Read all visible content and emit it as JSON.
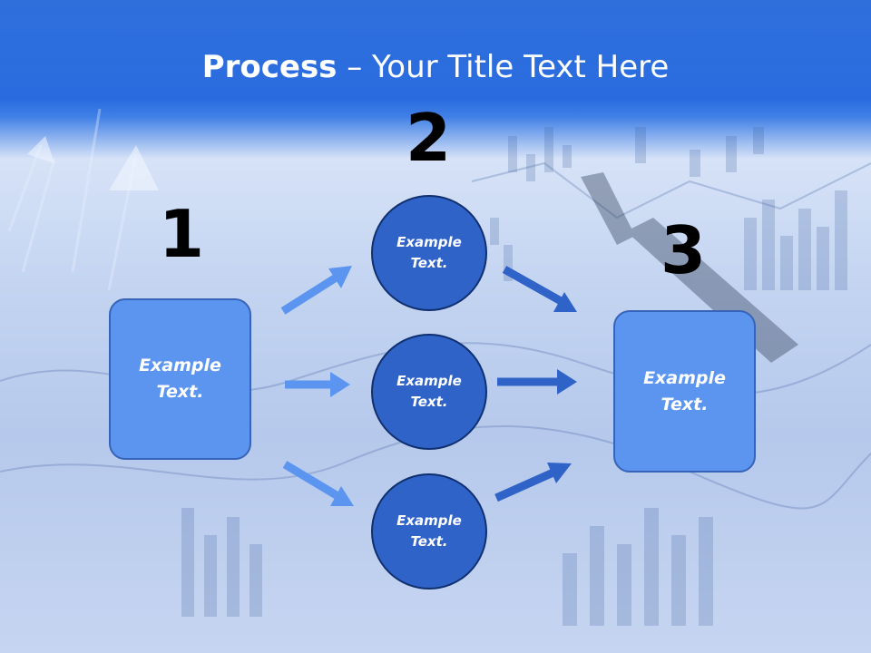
{
  "title": {
    "bold": "Process",
    "rest": " – Your Title Text Here"
  },
  "steps": {
    "n1": "1",
    "n2": "2",
    "n3": "3"
  },
  "left_box": {
    "line1": "Example",
    "line2": "Text."
  },
  "right_box": {
    "line1": "Example",
    "line2": "Text."
  },
  "circles": [
    {
      "line1": "Example",
      "line2": "Text."
    },
    {
      "line1": "Example",
      "line2": "Text."
    },
    {
      "line1": "Example",
      "line2": "Text."
    }
  ],
  "colors": {
    "header": "#2a6ce0",
    "box_fill": "#5b95ef",
    "circle_fill": "#2f63c8",
    "arrow_light": "#5b95ef",
    "arrow_dark": "#2f63c8"
  }
}
